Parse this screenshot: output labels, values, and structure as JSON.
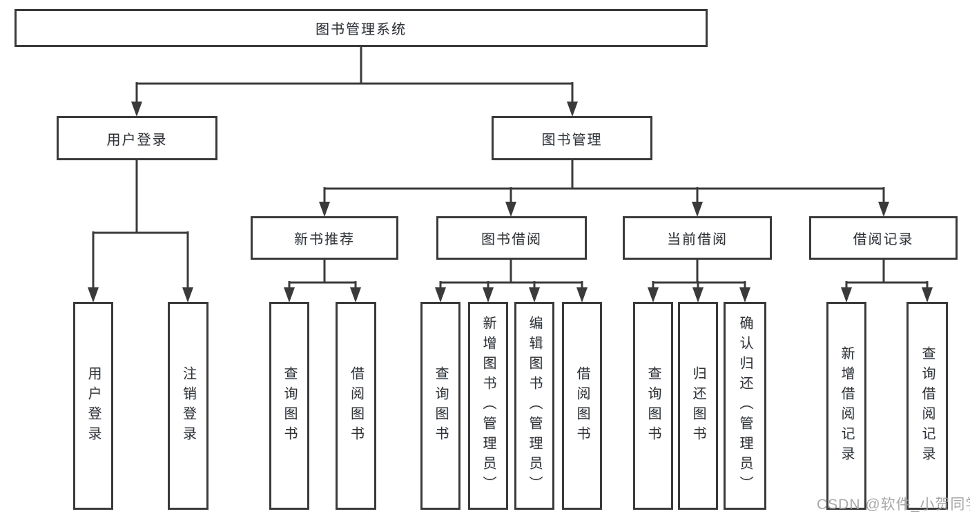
{
  "tree": {
    "label": "图书管理系统",
    "children": [
      {
        "label": "用户登录",
        "children": [
          {
            "label": "用户登录"
          },
          {
            "label": "注销登录"
          }
        ]
      },
      {
        "label": "图书管理",
        "children": [
          {
            "label": "新书推荐",
            "children": [
              {
                "label": "查询图书"
              },
              {
                "label": "借阅图书"
              }
            ]
          },
          {
            "label": "图书借阅",
            "children": [
              {
                "label": "查询图书"
              },
              {
                "label": "新增图书（管理员）"
              },
              {
                "label": "编辑图书（管理员）"
              },
              {
                "label": "借阅图书"
              }
            ]
          },
          {
            "label": "当前借阅",
            "children": [
              {
                "label": "查询图书"
              },
              {
                "label": "归还图书"
              },
              {
                "label": "确认归还（管理员）"
              }
            ]
          },
          {
            "label": "借阅记录",
            "children": [
              {
                "label": "新增借阅记录"
              },
              {
                "label": "查询借阅记录"
              }
            ]
          }
        ]
      }
    ]
  },
  "watermark": "CSDN @软件_小贺同学",
  "colors": {
    "line": "#3a3a3a",
    "text": "#323232",
    "watermark": "#9d9d9d",
    "background": "#ffffff"
  }
}
